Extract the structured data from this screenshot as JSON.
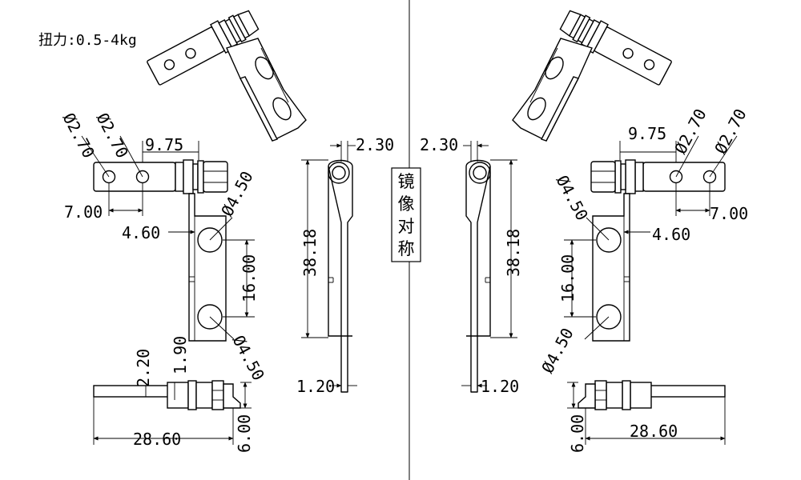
{
  "torque": "扭力:0.5-4kg",
  "mirror_label": [
    "镜",
    "像",
    "对",
    "称"
  ],
  "dims": {
    "d270": "Ø2.70",
    "d450": "Ø4.50",
    "w975": "9.75",
    "w700": "7.00",
    "w460": "4.60",
    "w230": "2.30",
    "h3818": "38.18",
    "h1600": "16.00",
    "w120": "1.20",
    "w220": "2.20",
    "w190": "1.90",
    "w2860": "28.60",
    "w600": "6.00"
  }
}
